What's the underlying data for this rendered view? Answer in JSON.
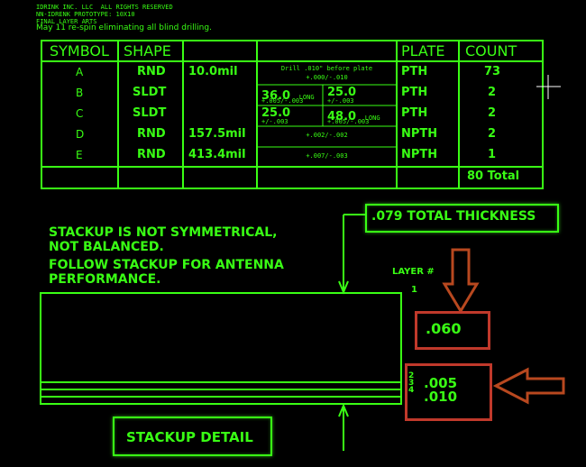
{
  "header": {
    "line1": "IDRINK INC. LLC  ALL RIGHTS RESERVED",
    "line2": "NN-IDRENK PROTOTYPE: 10X10",
    "line3": "FINAL LAYER ARTS",
    "line4": "May 11 re-spin eliminating all blind drilling."
  },
  "table": {
    "headers": [
      "SYMBOL",
      "SHAPE",
      "",
      "",
      "PLATE",
      "COUNT"
    ],
    "rows": [
      {
        "symbol": "A",
        "shape": "RND",
        "size": "10.0mil",
        "tol_a": "Drill .010\" before plate",
        "tol_b": "+.000/-.010",
        "plate": "PTH",
        "count": "73"
      },
      {
        "symbol": "B",
        "shape": "SLDT",
        "size": "",
        "slot_w": "36.0",
        "slot_w_label": "LONG",
        "slot_w_tol": "+.005/-.003",
        "slot_h": "25.0",
        "slot_h_tol": "+/-.003",
        "plate": "PTH",
        "count": "2"
      },
      {
        "symbol": "C",
        "shape": "SLDT",
        "size": "",
        "slot_w": "25.0",
        "slot_w_tol": "+/-.003",
        "slot_h": "48.0",
        "slot_h_label": "LONG",
        "slot_h_tol": "+.005/-.003",
        "plate": "PTH",
        "count": "2"
      },
      {
        "symbol": "D",
        "shape": "RND",
        "size": "157.5mil",
        "tol_a": "+.002/-.002",
        "plate": "NPTH",
        "count": "2"
      },
      {
        "symbol": "E",
        "shape": "RND",
        "size": "413.4mil",
        "tol_a": "+.007/-.003",
        "plate": "NPTH",
        "count": "1"
      }
    ],
    "total": "80 Total"
  },
  "notes": {
    "line1": "STACKUP IS NOT SYMMETRICAL,",
    "line2": "NOT BALANCED.",
    "line3": "FOLLOW STACKUP FOR ANTENNA",
    "line4": "PERFORMANCE."
  },
  "stackup": {
    "total_thickness": ".079 TOTAL THICKNESS",
    "layer_label": "LAYER #",
    "layer_1": "1",
    "core_thickness": ".060",
    "layers_234": [
      "2",
      "3",
      "4"
    ],
    "thin_1": ".005",
    "thin_2": ".010",
    "detail_label": "STACKUP DETAIL"
  },
  "colors": {
    "trace": "#39ff14",
    "highlight": "#c0392b",
    "background": "#000000"
  }
}
